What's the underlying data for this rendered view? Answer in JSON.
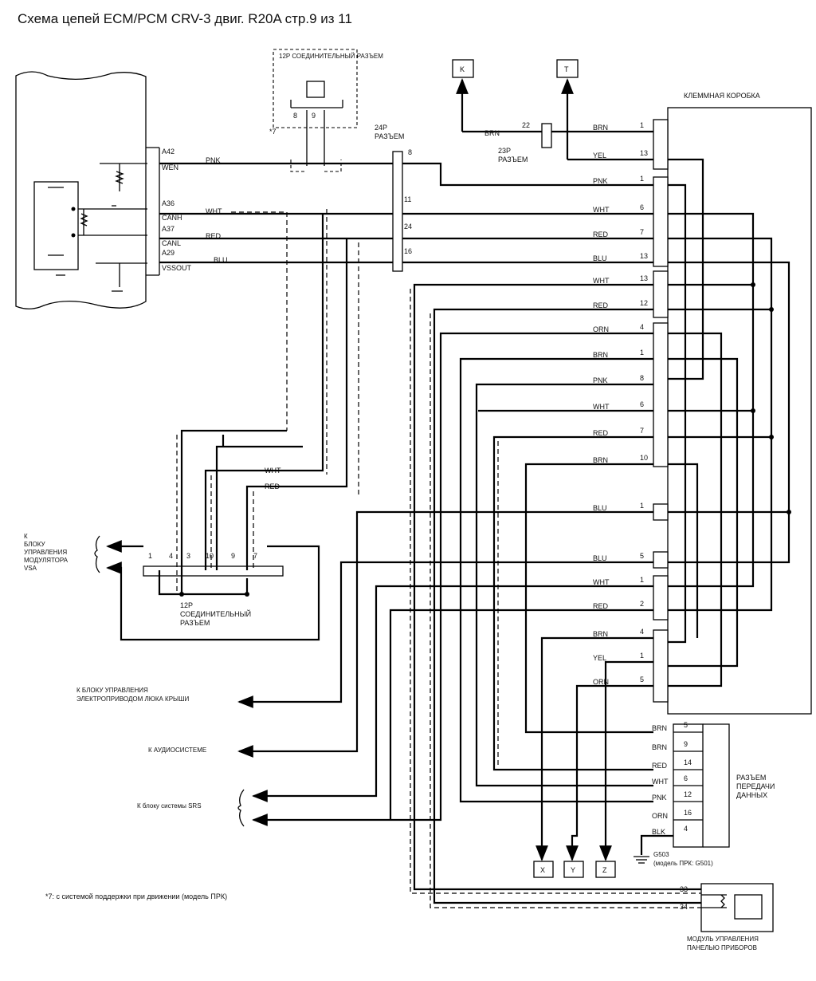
{
  "title": "Схема цепей ECM/PCM CRV-3 двиг. R20A  стр.9 из 11",
  "connectors": {
    "c12p_top": "12P СОЕДИНИТЕЛЬНЫЙ РАЗЪЕМ",
    "c24p": [
      "24P",
      "РАЗЪЕМ"
    ],
    "c23p": [
      "23P",
      "РАЗЪЕМ"
    ],
    "c12p_bottom": [
      "12P",
      "СОЕДИНИТЕЛЬНЫЙ",
      "РАЗЪЕМ"
    ],
    "terminal_box": "КЛЕММНАЯ КОРОБКА",
    "data_link": [
      "РАЗЪЕМ",
      "ПЕРЕДАЧИ",
      "ДАННЫХ"
    ],
    "gauge_module": [
      "МОДУЛЬ УПРАВЛЕНИЯ",
      "ПАНЕЛЬЮ ПРИБОРОВ"
    ]
  },
  "ecm_pins": [
    {
      "pin": "A42",
      "name": "WEN",
      "wire": "PNK"
    },
    {
      "pin": "A36",
      "name": "CANH",
      "wire": "WHT"
    },
    {
      "pin": "A37",
      "name": "CANL",
      "wire": "RED"
    },
    {
      "pin": "A29",
      "name": "VSSOUT",
      "wire": "BLU"
    }
  ],
  "refs": {
    "k": "K",
    "t": "T",
    "x": "X",
    "y": "Y",
    "z": "Z"
  },
  "star_note_mark": "*7",
  "top_pins": {
    "p8": "8",
    "p9": "9"
  },
  "c24p_pins": [
    "8",
    "11",
    "24",
    "16"
  ],
  "c23p_pin": "22",
  "k_wire": "BRN",
  "terminal_rows": [
    {
      "wire": "BRN",
      "pin": "1"
    },
    {
      "wire": "YEL",
      "pin": "13"
    },
    {
      "wire": "PNK",
      "pin": "1"
    },
    {
      "wire": "WHT",
      "pin": "6"
    },
    {
      "wire": "RED",
      "pin": "7"
    },
    {
      "wire": "BLU",
      "pin": "13"
    },
    {
      "wire": "WHT",
      "pin": "13"
    },
    {
      "wire": "RED",
      "pin": "12"
    },
    {
      "wire": "ORN",
      "pin": "4"
    },
    {
      "wire": "BRN",
      "pin": "1"
    },
    {
      "wire": "PNK",
      "pin": "8"
    },
    {
      "wire": "WHT",
      "pin": "6"
    },
    {
      "wire": "RED",
      "pin": "7"
    },
    {
      "wire": "BRN",
      "pin": "10"
    },
    {
      "wire": "BLU",
      "pin": "1"
    },
    {
      "wire": "BLU",
      "pin": "5"
    },
    {
      "wire": "WHT",
      "pin": "1"
    },
    {
      "wire": "RED",
      "pin": "2"
    },
    {
      "wire": "BRN",
      "pin": "4"
    },
    {
      "wire": "YEL",
      "pin": "1"
    },
    {
      "wire": "ORN",
      "pin": "5"
    }
  ],
  "mid_labels": {
    "wht": "WHT",
    "red": "RED"
  },
  "c12p_bottom_pins": [
    "1",
    "4",
    "3",
    "10",
    "9",
    "7"
  ],
  "dlc_rows": [
    {
      "wire": "BRN",
      "pin": "5"
    },
    {
      "wire": "BRN",
      "pin": "9"
    },
    {
      "wire": "RED",
      "pin": "14"
    },
    {
      "wire": "WHT",
      "pin": "6"
    },
    {
      "wire": "PNK",
      "pin": "12"
    },
    {
      "wire": "ORN",
      "pin": "16"
    },
    {
      "wire": "BLK",
      "pin": "4"
    }
  ],
  "ground": {
    "name": "G503",
    "note": "(модель ПРК: G501)"
  },
  "gauge_pins": [
    "33",
    "34"
  ],
  "destinations": {
    "vsa": [
      "К",
      "БЛОКУ",
      "УПРАВЛЕНИЯ",
      "МОДУЛЯТОРА",
      "VSA"
    ],
    "roof": [
      "К БЛОКУ УПРАВЛЕНИЯ",
      "ЭЛЕКТРОПРИВОДОМ ЛЮКА КРЫШИ"
    ],
    "audio": "К АУДИОСИСТЕМЕ",
    "srs": "К блоку системы SRS"
  },
  "footnote": "*7: с системой поддержки при движении (модель ПРК)"
}
